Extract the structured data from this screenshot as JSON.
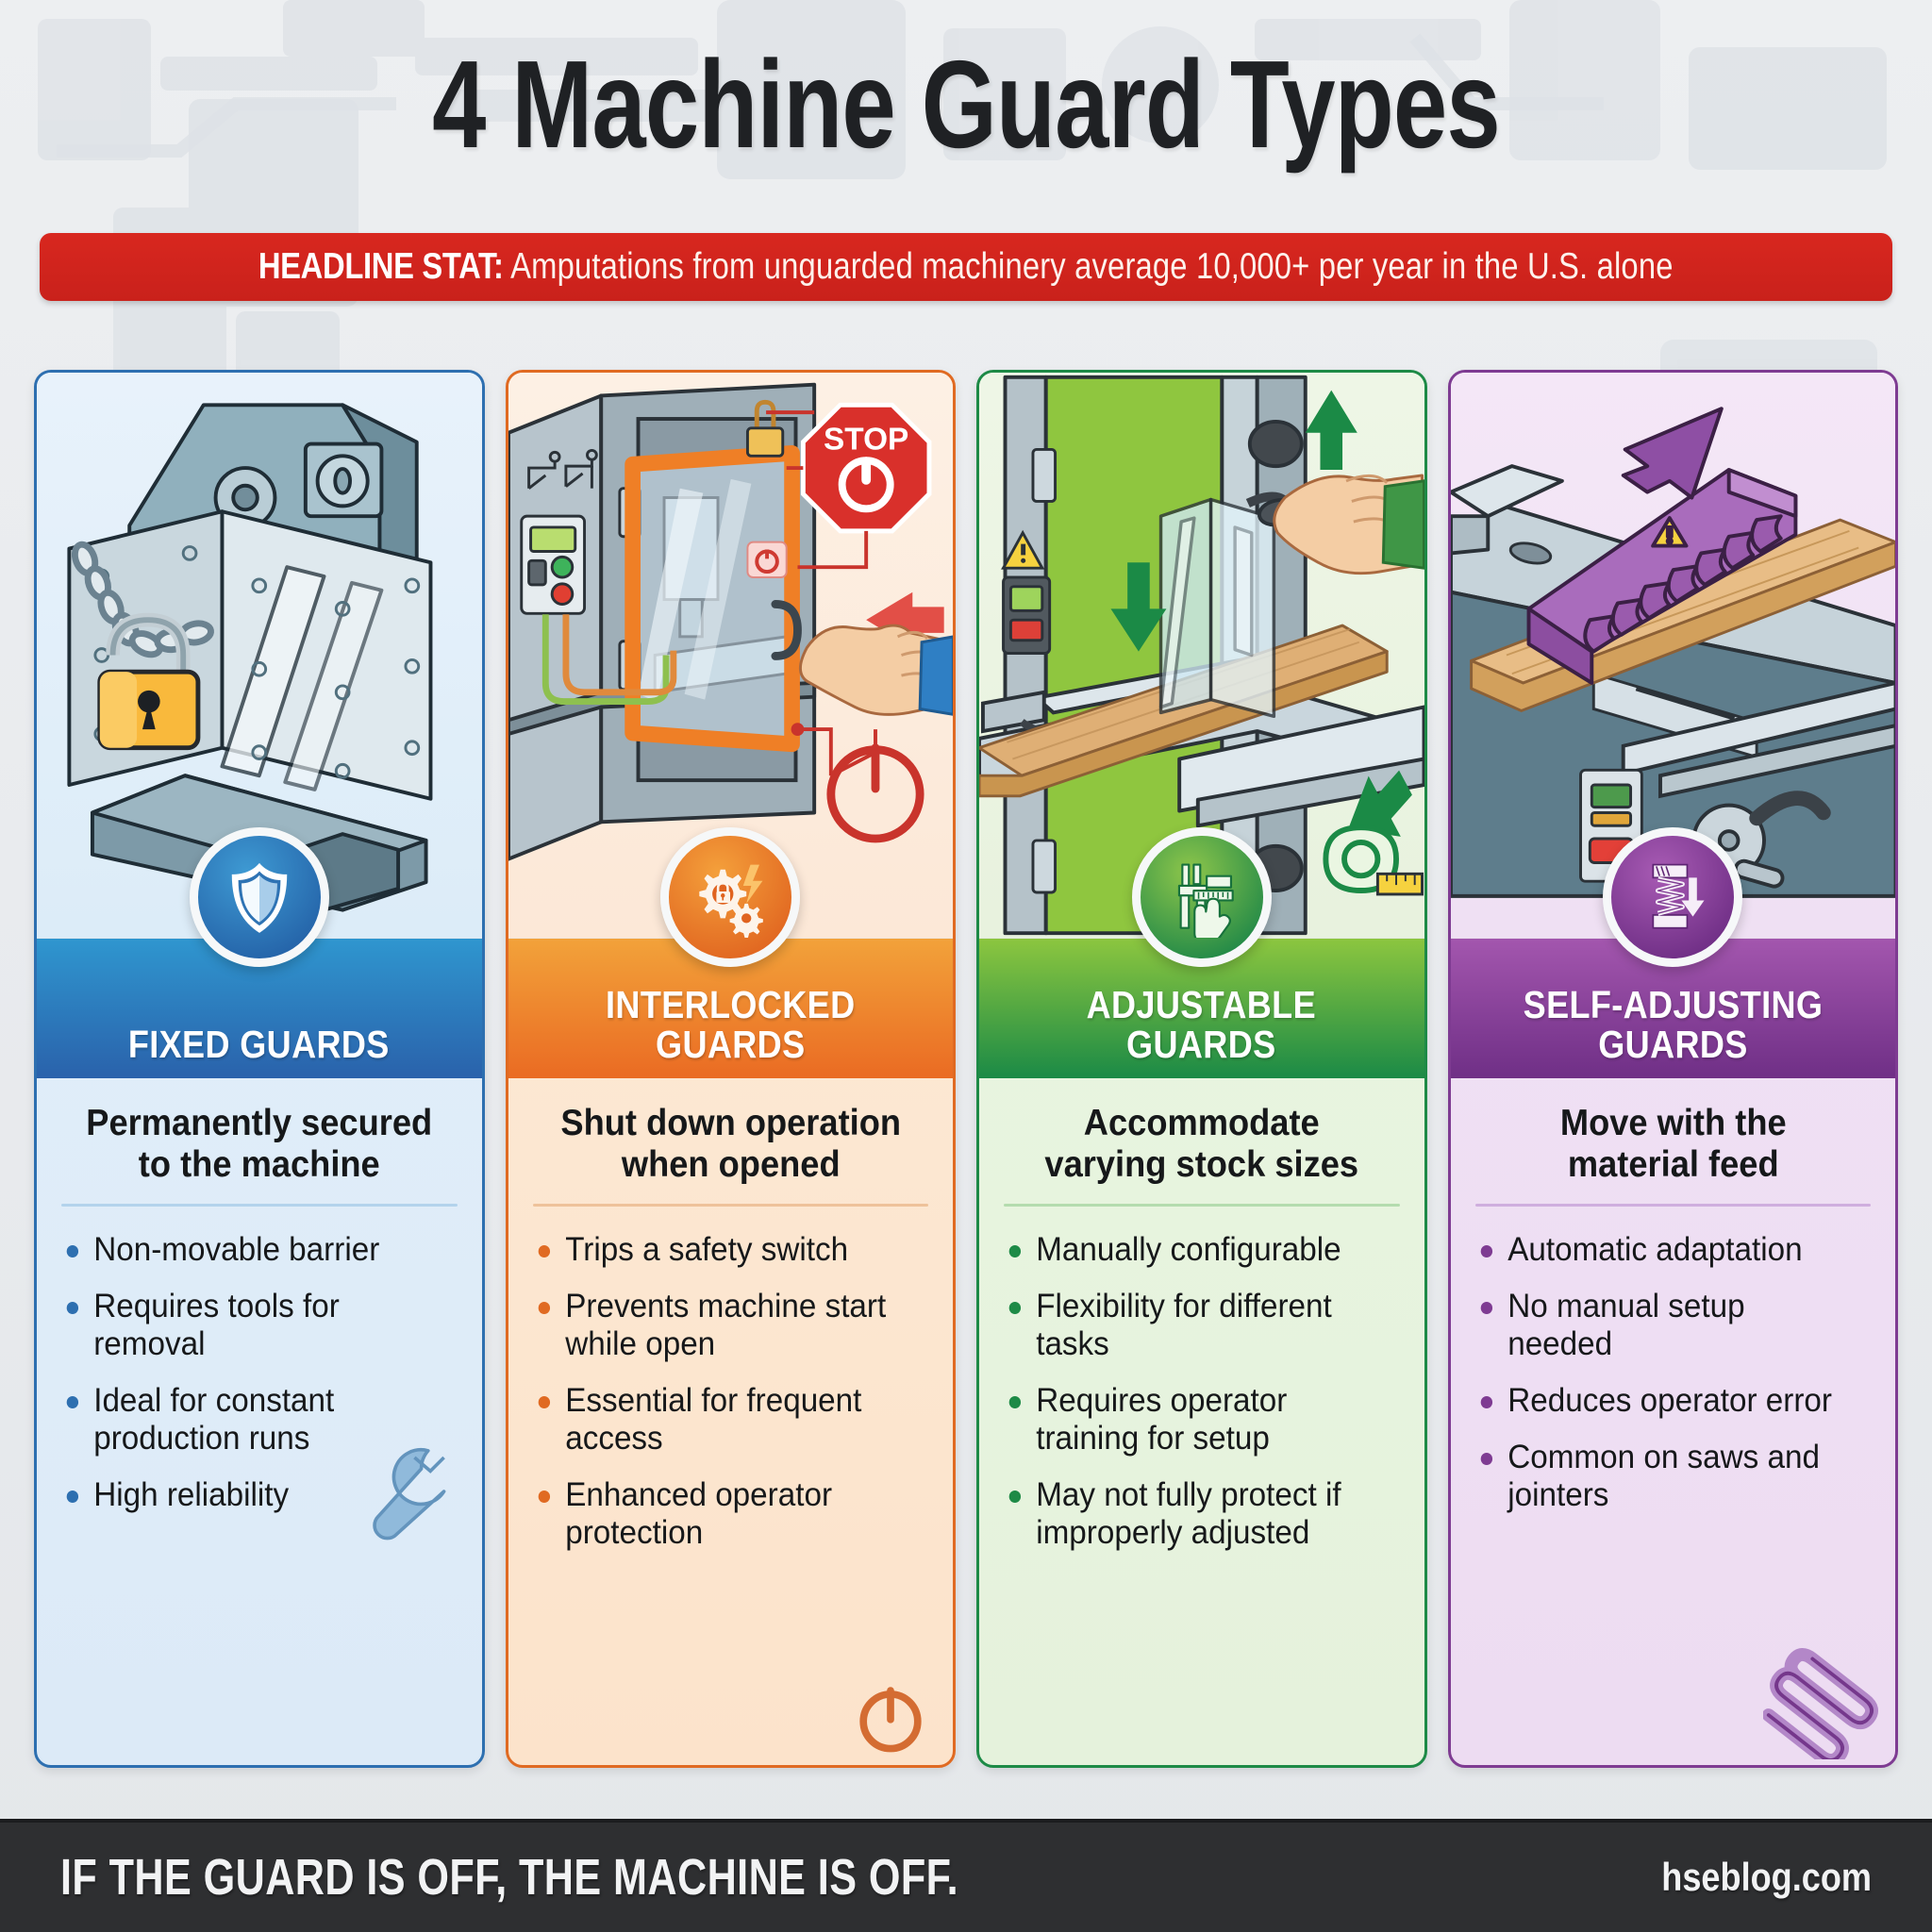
{
  "title": "4 Machine Guard Types",
  "headline_stat": {
    "label": "HEADLINE STAT:",
    "text": "Amputations from unguarded machinery average 10,000+ per year in the U.S. alone",
    "banner_color": "#cf241c"
  },
  "columns": [
    {
      "id": "fixed-guards",
      "header": "FIXED GUARDS",
      "icon": "shield-icon",
      "accent": "#2d6fb0",
      "subtitle": "Permanently secured\nto the machine",
      "bullets": [
        "Non-movable barrier",
        "Requires tools\nfor removal",
        "Ideal for constant\nproduction runs",
        "High reliability"
      ],
      "deco_icon": "wrench-icon",
      "illustration": "locked-metal-machine-enclosure-with-chain-and-padlock"
    },
    {
      "id": "interlocked-guards",
      "header": "INTERLOCKED\nGUARDS",
      "icon": "gear-lock-bolt-icon",
      "accent": "#e06a22",
      "subtitle": "Shut down operation\nwhen opened",
      "bullets": [
        "Trips a safety switch",
        "Prevents machine\nstart while open",
        "Essential for frequent\naccess",
        "Enhanced operator\nprotection"
      ],
      "deco_icon": "power-icon",
      "illustration": "hinged-interlock-door-with-stop-sign-and-hand",
      "callouts": [
        "STOP"
      ]
    },
    {
      "id": "adjustable-guards",
      "header": "ADJUSTABLE\nGUARDS",
      "icon": "caliper-hand-icon",
      "accent": "#1d8a46",
      "subtitle": "Accommodate\nvarying stock sizes",
      "bullets": [
        "Manually configurable",
        "Flexibility for different\ntasks",
        "Requires operator\ntraining for setup",
        "May not fully protect if\nimproperly adjusted"
      ],
      "deco_icon": "tape-measure-icon",
      "illustration": "bandsaw-with-adjustable-clear-guard-and-hand-on-knob"
    },
    {
      "id": "self-adjusting-guards",
      "header": "SELF-ADJUSTING\nGUARDS",
      "icon": "spring-arrow-icon",
      "accent": "#7e3b92",
      "subtitle": "Move with the\nmaterial feed",
      "bullets": [
        "Automatic adaptation",
        "No manual setup\nneeded",
        "Reduces operator error",
        "Common on saws\nand jointers"
      ],
      "deco_icon": "spring-coil-icon",
      "illustration": "table-saw-with-purple-featherboard-self-adjusting-guard"
    }
  ],
  "footer": {
    "slogan": "IF THE GUARD IS OFF, THE MACHINE IS OFF.",
    "site": "hseblog.com",
    "background_color": "#2e2f31"
  }
}
